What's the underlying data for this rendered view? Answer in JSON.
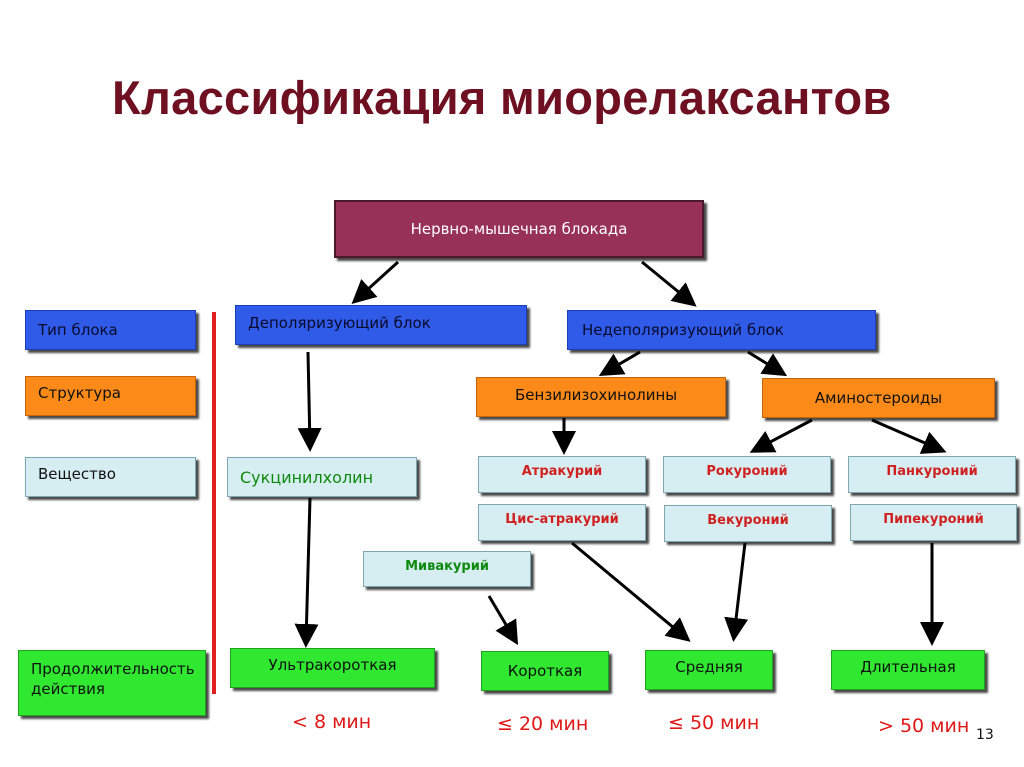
{
  "title": "Классификация миорелаксантов",
  "root": "Нервно-мышечная блокада",
  "rows": {
    "type": "Тип блока",
    "structure": "Структура",
    "substance": "Вещество",
    "duration": "Продолжительность действия"
  },
  "blocks": {
    "depolarizing": "Деполяризующий блок",
    "nondepolarizing": "Недеполяризующий блок"
  },
  "structures": {
    "benzyl": "Бензилизохинолины",
    "amino": "Аминостероиды"
  },
  "substances": {
    "succinylcholine": "Сукцинилхолин",
    "atracurium": "Атракурий",
    "cisatracurium": "Цис-атракурий",
    "mivacurium": "Мивакурий",
    "rocuronium": "Рокуроний",
    "vecuronium": "Векуроний",
    "pancuronium": "Панкуроний",
    "pipecuronium": "Пипекуроний"
  },
  "durations": {
    "ultrashort": "Ультракороткая",
    "short": "Короткая",
    "medium": "Средняя",
    "long": "Длительная"
  },
  "times": {
    "ultrashort": "< 8 мин",
    "short": "≤ 20 мин",
    "medium": "≤ 50 мин",
    "long": "> 50 мин"
  },
  "page_number": "13",
  "colors": {
    "title": "#6e1022",
    "root": "#983158",
    "type_box": "#2f5be8",
    "structure_box": "#fb8a18",
    "substance_box": "#d6eef2",
    "duration_box": "#2fe82f",
    "divider": "#e02020",
    "time_text": "#e01818"
  }
}
